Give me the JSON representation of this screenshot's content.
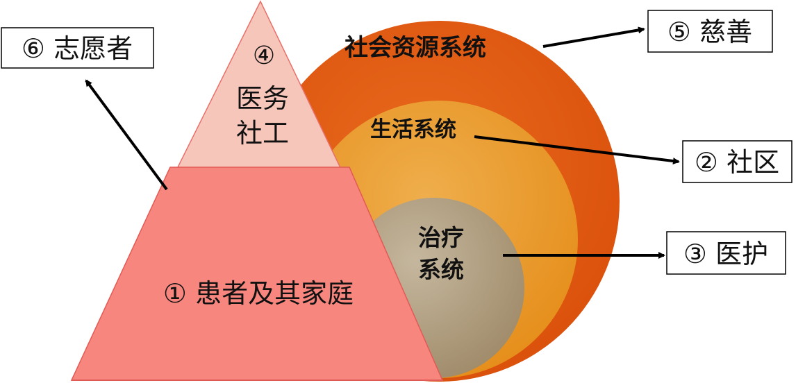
{
  "circles": {
    "outer": {
      "label": "社会资源系统",
      "color": "#E0530D"
    },
    "middle": {
      "label": "生活系统",
      "color": "#E99A2C"
    },
    "inner": {
      "label_line1": "治疗",
      "label_line2": "系统",
      "color": "#B7A58A"
    }
  },
  "pyramid": {
    "top": {
      "label_line1": "④",
      "label_line2": "医务",
      "label_line3": "社工",
      "color": "#F7C4B8"
    },
    "base": {
      "label": "① 患者及其家庭",
      "color": "#F7877E"
    }
  },
  "callouts": {
    "volunteer": "⑥ 志愿者",
    "charity": "⑤ 慈善",
    "community": "② 社区",
    "medical": "③ 医护"
  }
}
